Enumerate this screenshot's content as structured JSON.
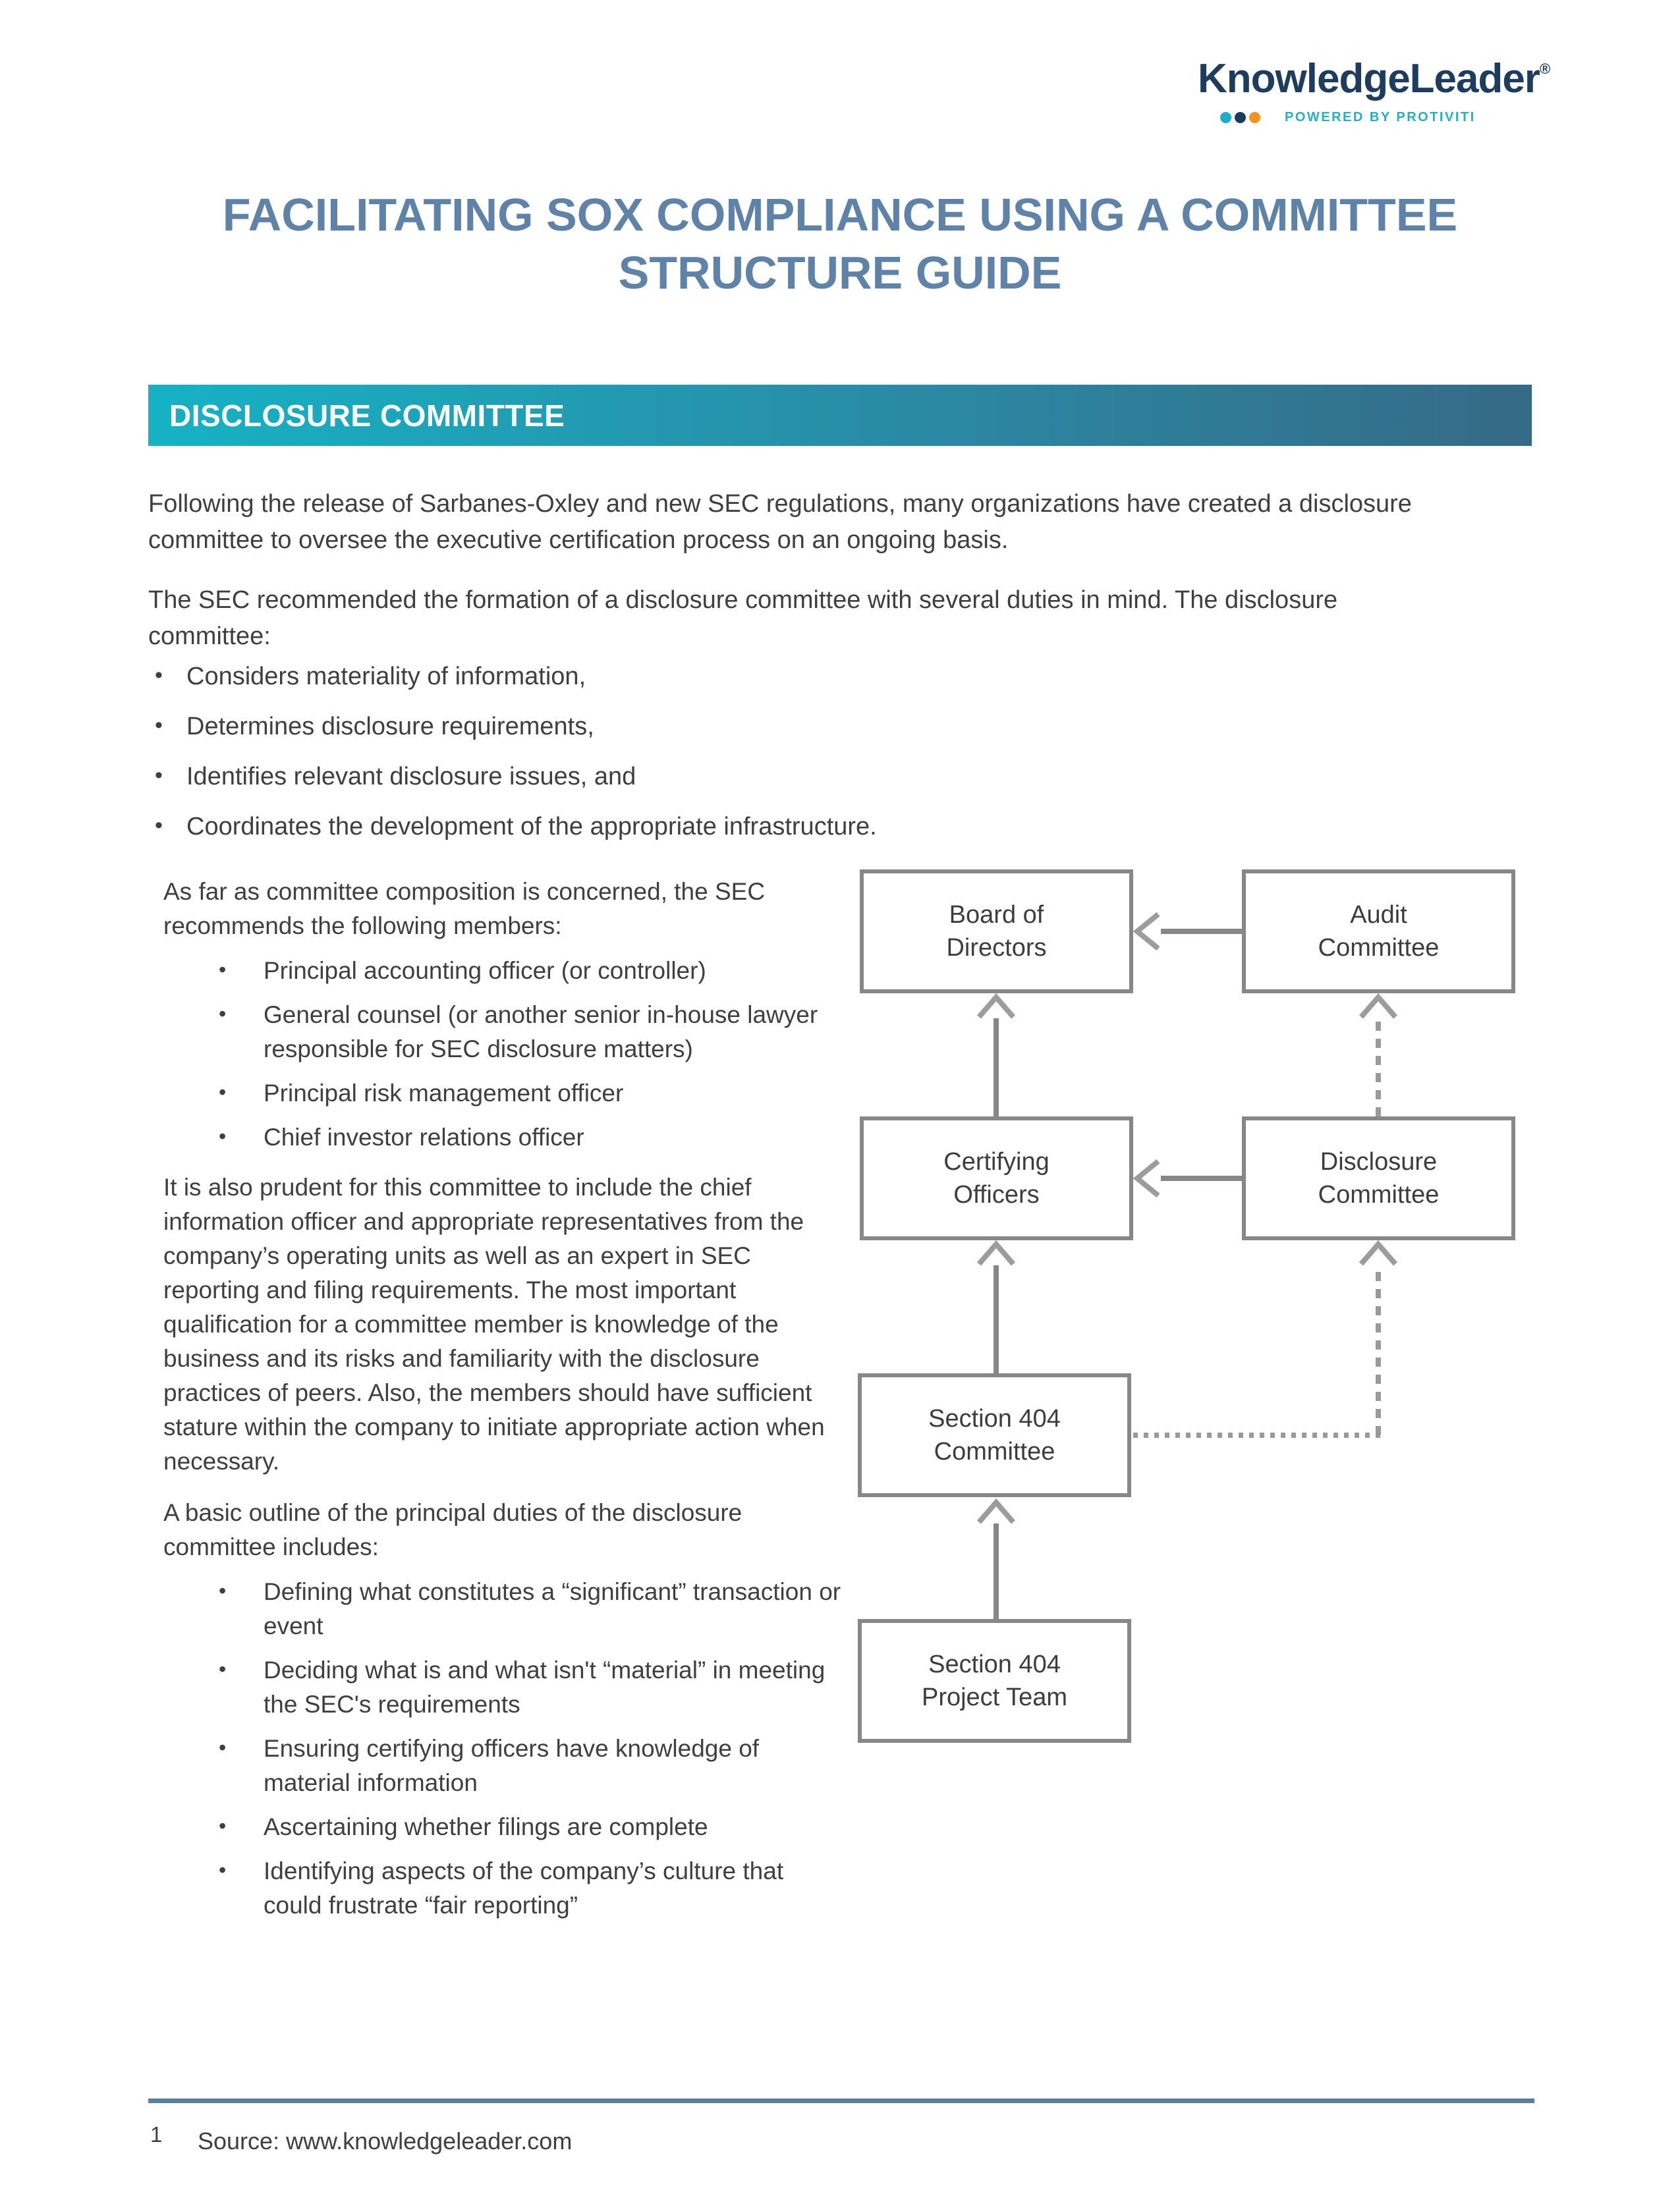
{
  "logo": {
    "wordmark": "KnowledgeLeader",
    "registered": "®",
    "tagline": "POWERED BY PROTIVITI"
  },
  "title": {
    "line1": "FACILITATING SOX COMPLIANCE USING A COMMITTEE",
    "line2": "STRUCTURE GUIDE"
  },
  "banner": {
    "label": "DISCLOSURE COMMITTEE"
  },
  "intro": {
    "p1": "Following the release of Sarbanes-Oxley and new SEC regulations, many organizations have created a disclosure committee to oversee the executive certification process on an ongoing basis.",
    "p2": "The SEC recommended the formation of a disclosure committee with several duties in mind. The disclosure committee:"
  },
  "duties_list": [
    "Considers materiality of information,",
    "Determines disclosure requirements,",
    "Identifies relevant disclosure issues, and",
    "Coordinates the development of the appropriate infrastructure."
  ],
  "left_column": {
    "composition_intro": "As far as committee composition is concerned, the SEC recommends the following members:",
    "members": [
      "Principal accounting officer (or controller)",
      "General counsel (or another senior in-house lawyer responsible for SEC disclosure matters)",
      "Principal risk management officer",
      "Chief investor relations officer"
    ],
    "prudent_paragraph": "It is also prudent for this committee to include the chief information officer and appropriate representatives from the company’s operating units as well as an expert in SEC reporting and filing requirements. The most important qualification for a committee member is knowledge of the business and its risks and familiarity with the disclosure practices of peers. Also, the members should have sufficient stature within the company to initiate appropriate action when necessary.",
    "outline_intro": "A basic outline of the principal duties of the disclosure committee includes:",
    "outline_items": [
      "Defining what constitutes a “significant” transaction or event",
      "Deciding what is and what isn't “material” in meeting the SEC's requirements",
      "Ensuring certifying officers have knowledge of material information",
      "Ascertaining whether filings are complete",
      "Identifying aspects of the company’s culture that could frustrate “fair reporting”"
    ]
  },
  "diagram": {
    "boxes": {
      "board": "Board of\nDirectors",
      "audit": "Audit\nCommittee",
      "certifying": "Certifying\nOfficers",
      "disclosure": "Disclosure\nCommittee",
      "s404_committee": "Section 404\nCommittee",
      "s404_team": "Section 404\nProject Team"
    }
  },
  "footer": {
    "page_number": "1",
    "source": "Source: www.knowledgeleader.com"
  },
  "colors": {
    "title_blue": "#5e82a8",
    "banner_gradient_start": "#16b2c4",
    "banner_gradient_end": "#356a86",
    "body_text": "#3f3f3f",
    "footer_rule": "#5c7f9d",
    "logo_navy": "#1d3c5e",
    "logo_teal": "#1cb0c8",
    "logo_orange": "#f5921e",
    "diagram_line": "#878787"
  }
}
